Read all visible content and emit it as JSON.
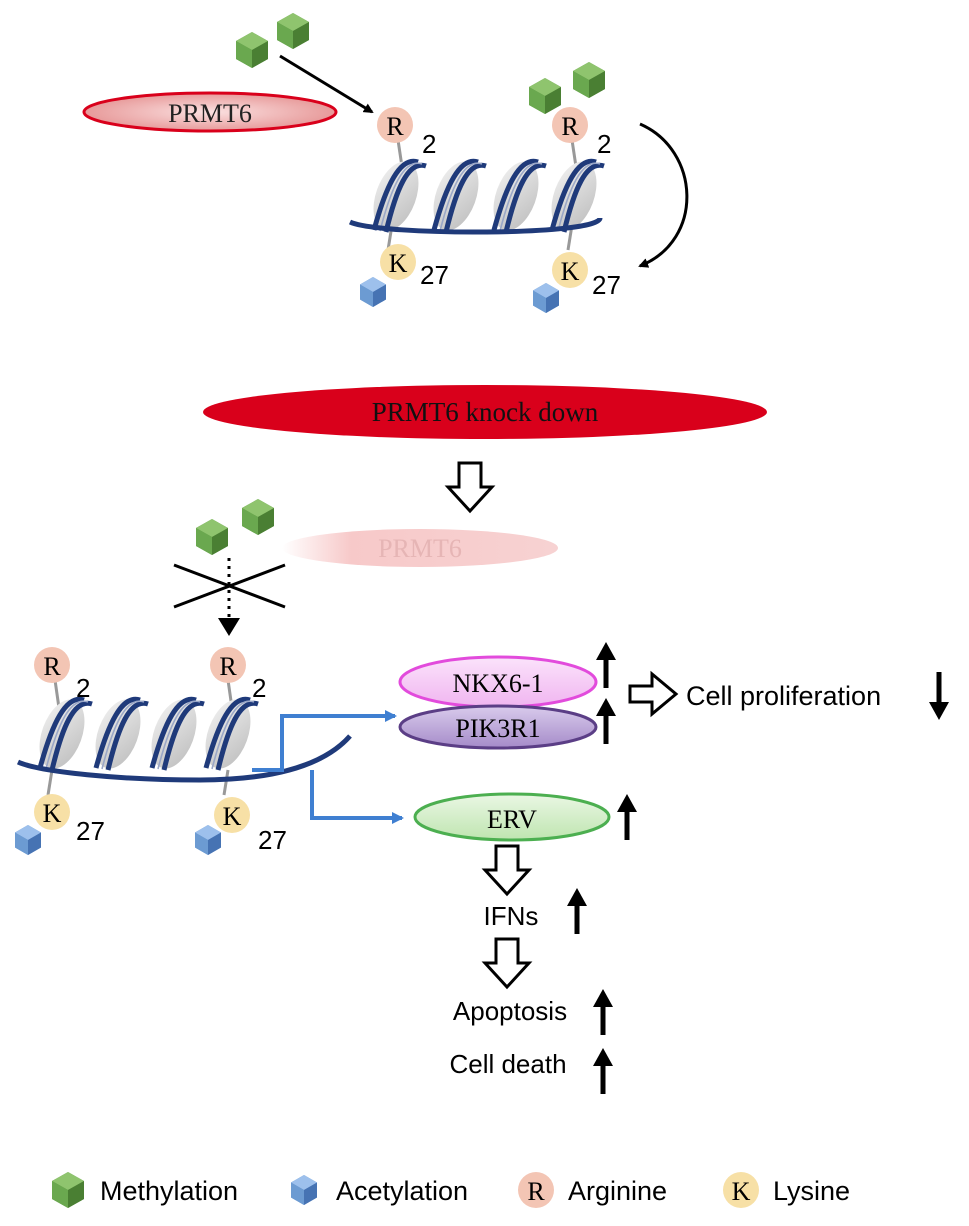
{
  "top_panel": {
    "enzyme_label": "PRMT6",
    "arginine_letter": "R",
    "arginine_position": "2",
    "lysine_letter": "K",
    "lysine_position": "27"
  },
  "knockdown": {
    "banner_label": "PRMT6 knock down",
    "faded_enzyme_label": "PRMT6"
  },
  "bottom_panel": {
    "arginine_letter": "R",
    "arginine_position": "2",
    "lysine_letter": "K",
    "lysine_position": "27"
  },
  "targets": {
    "nkx": "NKX6-1",
    "pik": "PIK3R1",
    "erv": "ERV"
  },
  "outcomes": {
    "cell_proliferation": "Cell proliferation",
    "ifns": "IFNs",
    "apoptosis": "Apoptosis",
    "cell_death": "Cell death"
  },
  "legend": {
    "methylation": "Methylation",
    "acetylation": "Acetylation",
    "arginine_letter": "R",
    "arginine": "Arginine",
    "lysine_letter": "K",
    "lysine": "Lysine"
  },
  "colors": {
    "methylation_green": "#6aa84f",
    "acetylation_blue": "#6c9bd2",
    "arginine_fill": "#f3c5b4",
    "lysine_fill": "#f7e0a6",
    "prmt6_red": "#d9001b",
    "dna_blue": "#1f3a7a",
    "histone_gray": "#d3d3d3",
    "nkx_magenta": "#e24bdc",
    "pik_purple": "#7b5aa6",
    "erv_green": "#4caf50",
    "arrow_blue": "#3f7fd1"
  }
}
